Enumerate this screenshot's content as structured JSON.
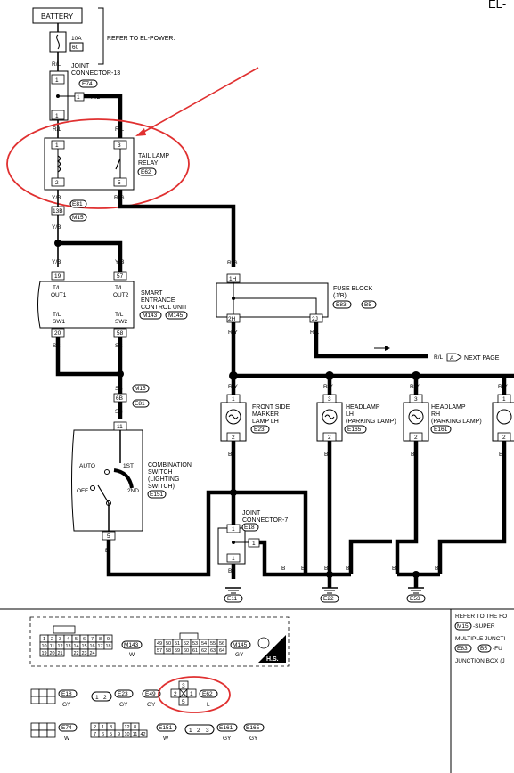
{
  "header": {
    "title_fragment": "EL-"
  },
  "battery": {
    "label": "BATTERY",
    "fuse_amp": "10A",
    "fuse_num": "60",
    "note": "REFER TO EL-POWER."
  },
  "wire_colors": {
    "rl": "R/L",
    "rg": "R/G",
    "yb": "Y/B",
    "sb": "SB",
    "ry": "R/Y",
    "b": "B"
  },
  "joint13": {
    "label_1": "JOINT",
    "label_2": "CONNECTOR-13",
    "conn": "E74",
    "pin_1": "1"
  },
  "relay": {
    "label_1": "TAIL LAMP",
    "label_2": "RELAY",
    "conn": "E62",
    "pin_1": "1",
    "pin_2": "2",
    "pin_3": "3",
    "pin_5": "5"
  },
  "e81": {
    "conn_a": "E81",
    "conn_b": "M15",
    "pin": "13B"
  },
  "secu": {
    "label_1": "SMART",
    "label_2": "ENTRANCE",
    "label_3": "CONTROL UNIT",
    "conn_a": "M143",
    "conn_b": "M145",
    "pin_19": "19",
    "pin_57": "57",
    "pin_20": "20",
    "pin_58": "58",
    "out1_a": "T/L",
    "out1_b": "OUT1",
    "out2_a": "T/L",
    "out2_b": "OUT2",
    "sw1_a": "T/L",
    "sw1_b": "SW1",
    "sw2_a": "T/L",
    "sw2_b": "SW2"
  },
  "m15_e81": {
    "conn_a": "M15",
    "conn_b": "E81",
    "pin": "6B"
  },
  "comb_switch": {
    "label_1": "COMBINATION",
    "label_2": "SWITCH",
    "label_3": "(LIGHTING",
    "label_4": "SWITCH)",
    "conn": "E151",
    "pin_11": "11",
    "pin_5": "5",
    "auto": "AUTO",
    "first": "1ST",
    "off": "OFF",
    "second": "2ND"
  },
  "fuse_block": {
    "label_1": "FUSE BLOCK",
    "label_2": "(J/B)",
    "conn_a": "E83",
    "conn_b": "B5",
    "pin_1h": "1H",
    "pin_2h": "2H",
    "pin_2j": "2J"
  },
  "next_page": {
    "label": "NEXT PAGE",
    "arrow_label": "A"
  },
  "lamps": [
    {
      "label_1": "FRONT SIDE",
      "label_2": "MARKER",
      "label_3": "LAMP LH",
      "conn": "E23",
      "pin_top": "1",
      "pin_bot": "2"
    },
    {
      "label_1": "HEADLAMP",
      "label_2": "LH",
      "label_3": "(PARKING LAMP)",
      "conn": "E165",
      "pin_top": "3",
      "pin_bot": "2"
    },
    {
      "label_1": "HEADLAMP",
      "label_2": "RH",
      "label_3": "(PARKING LAMP)",
      "conn": "E161",
      "pin_top": "3",
      "pin_bot": "2"
    },
    {
      "pin_top": "1",
      "pin_bot": "2"
    }
  ],
  "joint7": {
    "label_1": "JOINT",
    "label_2": "CONNECTOR-7",
    "conn": "E18",
    "pin_1": "1"
  },
  "grounds": {
    "g1": "E11",
    "g2": "E22",
    "g3": "E53"
  },
  "legend": {
    "m143": {
      "code": "M143",
      "color": "W",
      "row1": [
        "1",
        "2",
        "3",
        "4",
        "5",
        "6",
        "7",
        "8",
        "9"
      ],
      "row2": [
        "10",
        "11",
        "12",
        "13",
        "14",
        "15",
        "16",
        "17",
        "18"
      ],
      "row3": [
        "19",
        "20",
        "21",
        "22",
        "23",
        "24"
      ]
    },
    "m145": {
      "code": "M145",
      "color": "GY",
      "row1": [
        "49",
        "50",
        "51",
        "52",
        "53",
        "54",
        "55",
        "56"
      ],
      "row2": [
        "57",
        "58",
        "59",
        "60",
        "61",
        "62",
        "63",
        "64"
      ]
    },
    "hs": "H.S.",
    "e18": {
      "code": "E18",
      "color": "GY"
    },
    "e23": {
      "code": "E23",
      "color": "GY",
      "pins": [
        "1",
        "2"
      ]
    },
    "e49": {
      "code": "E49",
      "color": "GY"
    },
    "e62": {
      "code": "E62",
      "color": "L",
      "pins": [
        "3",
        "2",
        "1",
        "5"
      ]
    },
    "e74": {
      "code": "E74",
      "color": "W"
    },
    "e151": {
      "code": "E151",
      "color": "W",
      "row1": [
        "2",
        "1",
        "3",
        "12",
        "8"
      ],
      "row2": [
        "7",
        "6",
        "5",
        "9",
        "10",
        "11",
        "42"
      ]
    },
    "e161": {
      "code": "E161",
      "color": "GY",
      "pins": [
        "1",
        "2",
        "3"
      ]
    },
    "e165": {
      "code": "E165",
      "color": "GY"
    },
    "refer": {
      "line_1": "REFER TO THE FO",
      "m15": "M15",
      "line_2": "-SUPER",
      "line_3": "MULTIPLE JUNCTI",
      "e83": "E83",
      "b5": "B5",
      "line_4": "-FU",
      "line_5": "JUNCTION BOX (J"
    }
  }
}
